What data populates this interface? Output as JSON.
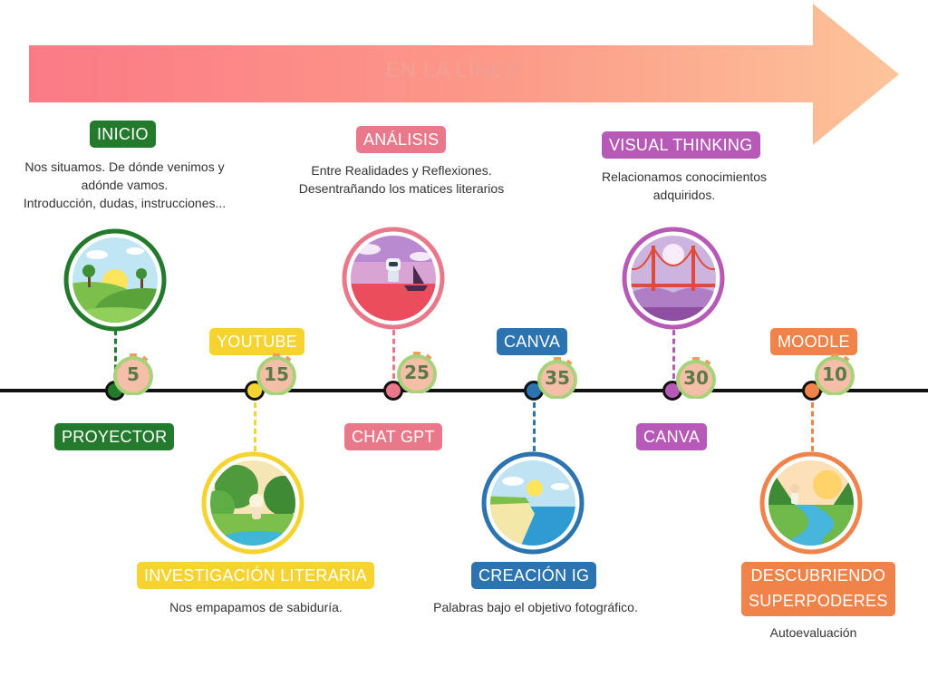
{
  "header": {
    "title": "EN LA LÍNEA"
  },
  "colors": {
    "green": "#247a2c",
    "yellow": "#f6d32e",
    "pink": "#e9788a",
    "blue": "#2c74b0",
    "purple": "#b659b7",
    "orange": "#f0834a",
    "timeline": "#111111"
  },
  "stages": [
    {
      "title": "INICIO",
      "description": [
        "Nos situamos. De dónde venimos y",
        "adónde vamos.",
        "Introducción, dudas, instrucciones..."
      ],
      "tool": "PROYECTOR",
      "minutes": "5",
      "illustration": "sunrise-hills-icon"
    },
    {
      "title": "INVESTIGACIÓN LITERARIA",
      "description": [
        "Nos empapamos de sabiduría."
      ],
      "tool": "YOUTUBE",
      "minutes": "15",
      "illustration": "forest-river-icon"
    },
    {
      "title": "ANÁLISIS",
      "description": [
        "Entre Realidades y Reflexiones.",
        "Desentrañando los matices literarios"
      ],
      "tool": "CHAT GPT",
      "minutes": "25",
      "illustration": "robot-sailboat-icon"
    },
    {
      "title": "CREACIÓN IG",
      "description": [
        "Palabras bajo el objetivo fotográfico."
      ],
      "tool": "CANVA",
      "minutes": "35",
      "illustration": "coast-cliffs-icon"
    },
    {
      "title": "VISUAL THINKING",
      "description": [
        "Relacionamos conocimientos",
        "adquiridos."
      ],
      "tool": "CANVA",
      "minutes": "30",
      "illustration": "golden-gate-bridge-icon"
    },
    {
      "title": [
        "DESCUBRIENDO",
        "SUPERPODERES"
      ],
      "description": [
        "Autoevaluación"
      ],
      "tool": "MOODLE",
      "minutes": "10",
      "illustration": "hiker-river-icon"
    }
  ]
}
